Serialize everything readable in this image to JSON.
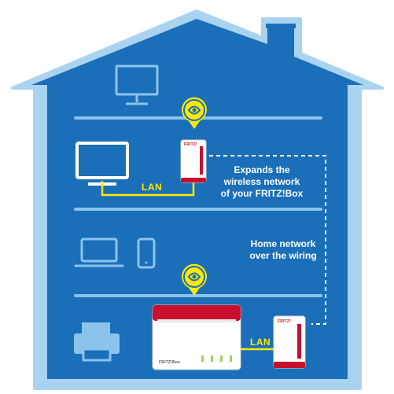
{
  "annotations": {
    "repeater_line1": "Expands the",
    "repeater_line2": "wireless network",
    "repeater_line3": "of your FRITZ!Box",
    "powerline_line1": "Home network",
    "powerline_line2": "over the wiring",
    "lan_upper": "LAN",
    "lan_lower": "LAN"
  },
  "device_labels": {
    "repeater_brand": "FRITZ!",
    "adapter_brand": "FRITZ!",
    "box_brand": "FRITZ!Box"
  },
  "colors": {
    "house_fill": "#1a6fb8",
    "house_outline": "#a9d3f0",
    "floor_line": "#8cc3ec",
    "icon_light": "#8cc3ec",
    "icon_white": "#ffffff",
    "lan_cable": "#ffe900",
    "wifi_badge": "#ffe900",
    "device_red": "#c8102e"
  }
}
